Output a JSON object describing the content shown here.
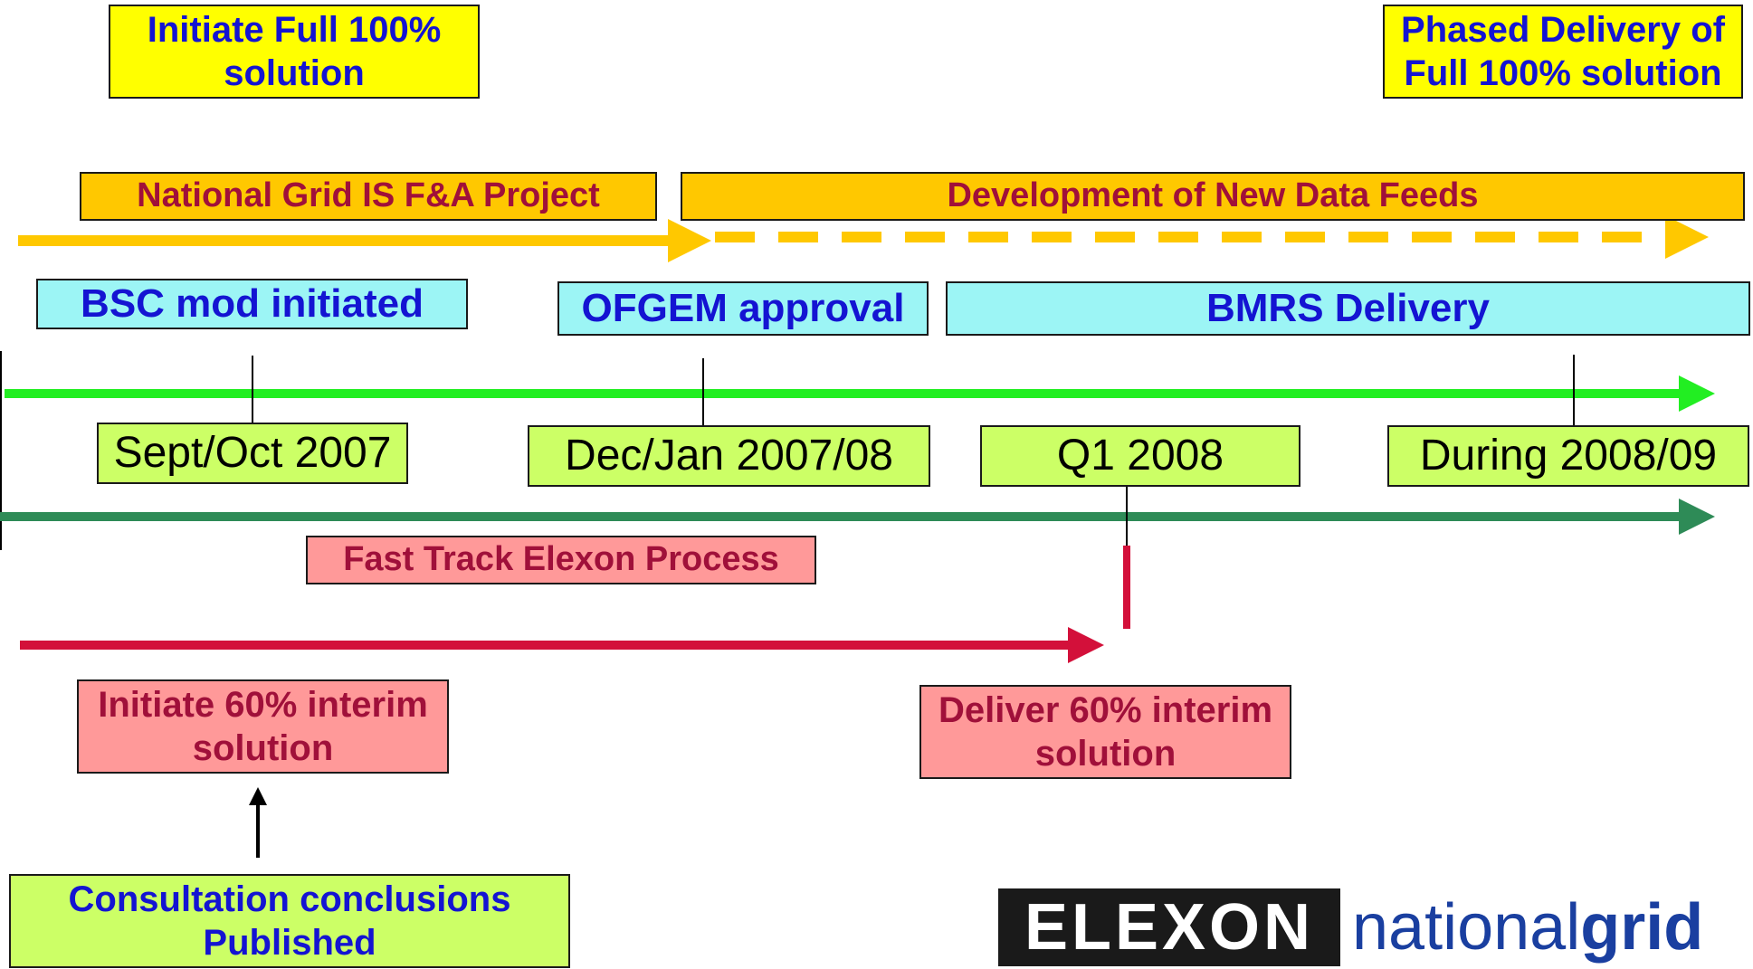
{
  "top": {
    "left_box": "Initiate Full 100% solution",
    "right_box": "Phased Delivery of Full 100% solution"
  },
  "projects": {
    "ng_project": "National Grid IS F&A Project",
    "data_feeds": "Development of New Data Feeds"
  },
  "milestones": {
    "bsc": "BSC mod initiated",
    "ofgem": "OFGEM approval",
    "bmrs": "BMRS Delivery"
  },
  "dates": {
    "d1": "Sept/Oct 2007",
    "d2": "Dec/Jan 2007/08",
    "d3": "Q1 2008",
    "d4": "During 2008/09"
  },
  "fast_track": "Fast Track Elexon Process",
  "interim": {
    "initiate": "Initiate 60% interim solution",
    "deliver": "Deliver 60% interim solution"
  },
  "consultation": "Consultation conclusions Published",
  "logos": {
    "elexon": "ELEXON",
    "ng_light": "national",
    "ng_bold": "grid"
  },
  "colors": {
    "yellow_box": "#ffff00",
    "orange_bar": "#ffc800",
    "cyan_box": "#9cf5f5",
    "lime_box": "#ccff66",
    "pink_box": "#ff9999",
    "green_arrow": "#22ee22",
    "dark_green_arrow": "#2e8b57",
    "red_arrow": "#d3103a"
  }
}
